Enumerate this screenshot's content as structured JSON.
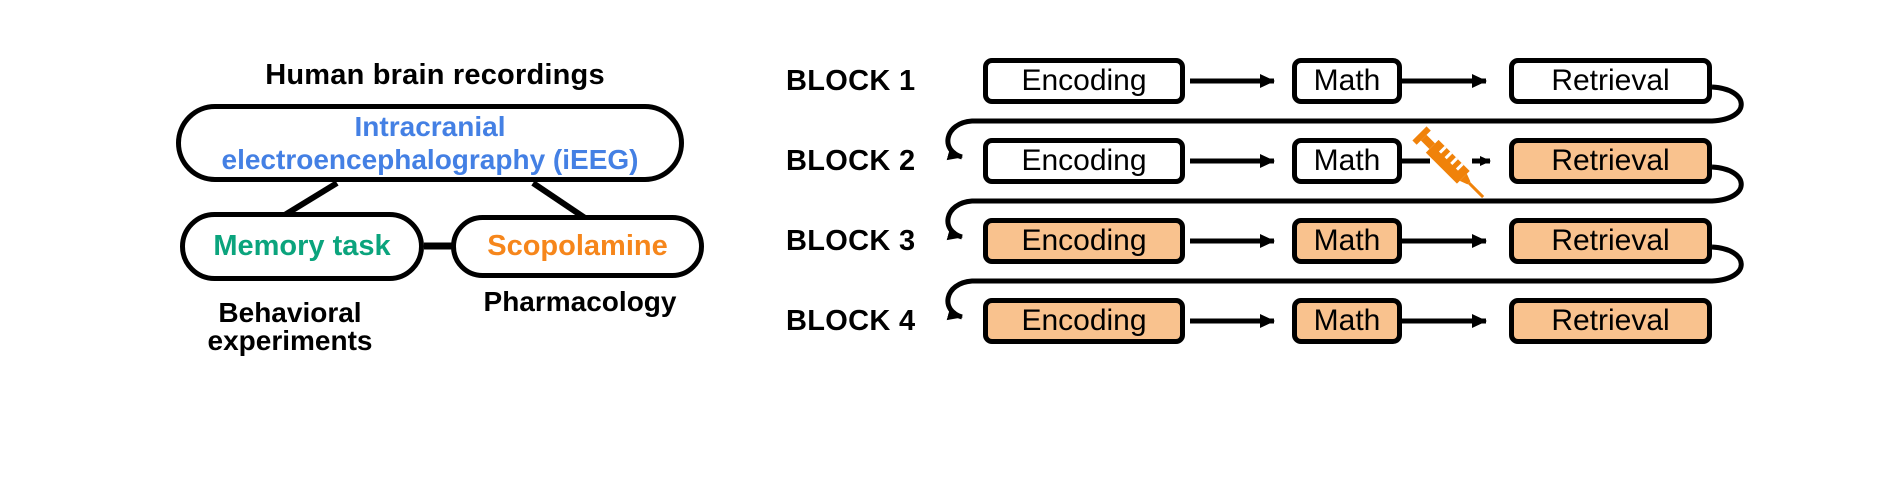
{
  "left_panel": {
    "title": "Human brain recordings",
    "nodes": {
      "ieeg": {
        "label": "Intracranial electroencephalography (iEEG)",
        "line1": "Intracranial",
        "line2": "electroencephalography (iEEG)",
        "text_color": "#4480E4"
      },
      "memory_task": {
        "label": "Memory task",
        "text_color": "#0BA47D"
      },
      "scopolamine": {
        "label": "Scopolamine",
        "text_color": "#F6861B"
      }
    },
    "captions": {
      "behavioral_line1": "Behavioral",
      "behavioral_line2": "experiments",
      "pharmacology": "Pharmacology"
    }
  },
  "right_panel": {
    "highlight_fill": "#F9C28E",
    "injection_icon": "syringe-icon",
    "syringe_color": "#F0820A",
    "blocks": [
      {
        "label": "BLOCK 1",
        "steps": [
          {
            "label": "Encoding",
            "highlighted": false
          },
          {
            "label": "Math",
            "highlighted": false
          },
          {
            "label": "Retrieval",
            "highlighted": false
          }
        ],
        "injection_before_retrieval": false,
        "loops_to_next_block": true
      },
      {
        "label": "BLOCK 2",
        "steps": [
          {
            "label": "Encoding",
            "highlighted": false
          },
          {
            "label": "Math",
            "highlighted": false
          },
          {
            "label": "Retrieval",
            "highlighted": true
          }
        ],
        "injection_before_retrieval": true,
        "loops_to_next_block": true
      },
      {
        "label": "BLOCK 3",
        "steps": [
          {
            "label": "Encoding",
            "highlighted": true
          },
          {
            "label": "Math",
            "highlighted": true
          },
          {
            "label": "Retrieval",
            "highlighted": true
          }
        ],
        "injection_before_retrieval": false,
        "loops_to_next_block": true
      },
      {
        "label": "BLOCK 4",
        "steps": [
          {
            "label": "Encoding",
            "highlighted": true
          },
          {
            "label": "Math",
            "highlighted": true
          },
          {
            "label": "Retrieval",
            "highlighted": true
          }
        ],
        "injection_before_retrieval": false,
        "loops_to_next_block": false
      }
    ]
  }
}
